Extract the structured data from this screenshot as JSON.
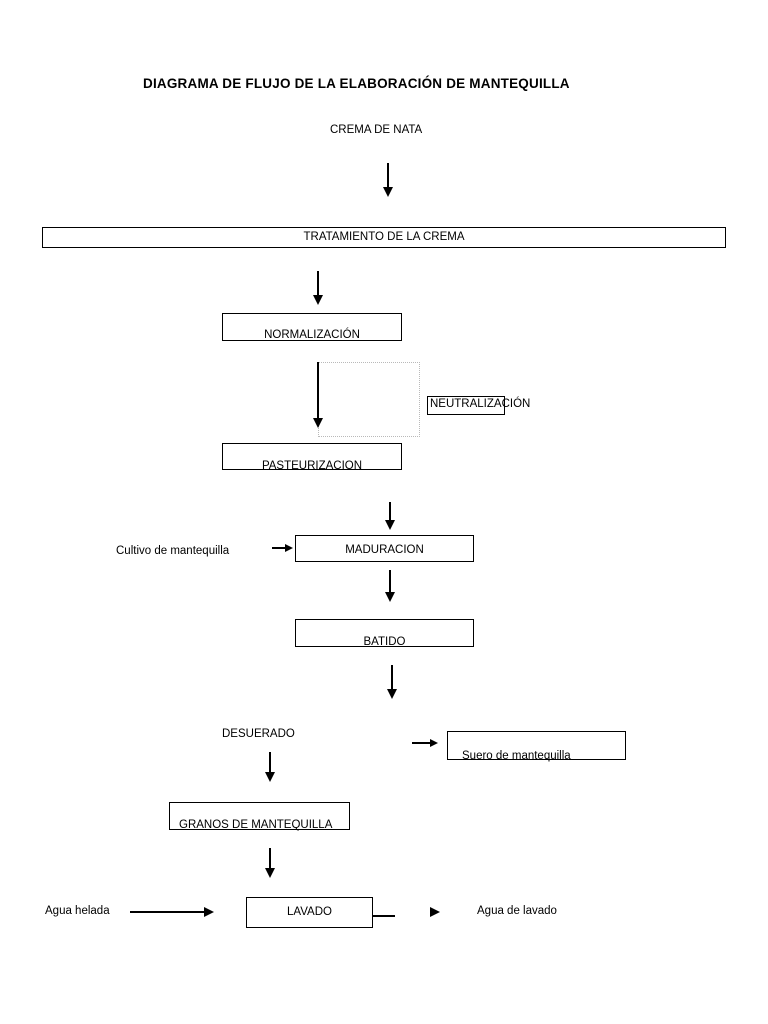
{
  "document": {
    "title": "DIAGRAMA DE FLUJO DE LA ELABORACIÓN DE MANTEQUILLA",
    "start_label": "CREMA DE NATA"
  },
  "nodes": {
    "tratamiento": "TRATAMIENTO DE LA CREMA",
    "normalizacion": "NORMALIZACIÓN",
    "neutralizacion": "NEUTRALIZACIÓN",
    "pasteurizacion": "PASTEURIZACION",
    "maduracion": "MADURACION",
    "batido": "BATIDO",
    "desuerado": "DESUERADO",
    "granos": "GRANOS DE MANTEQUILLA",
    "lavado": "LAVADO"
  },
  "inputs": {
    "cultivo": "Cultivo de mantequilla",
    "agua_helada": "Agua helada"
  },
  "outputs": {
    "suero": "Suero de mantequilla",
    "agua_lavado": "Agua de lavado"
  },
  "colors": {
    "ink": "#000000",
    "paper": "#ffffff",
    "ghost_outline": "#b9b9b9"
  }
}
